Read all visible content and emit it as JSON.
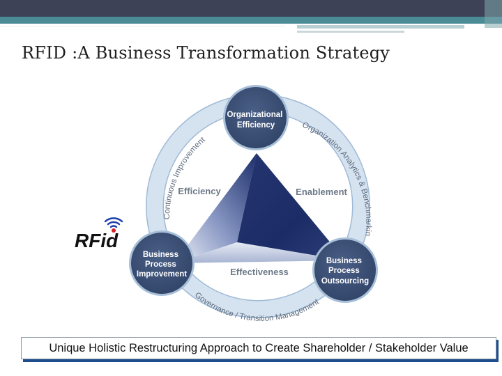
{
  "slide": {
    "title": "RFID :A Business Transformation Strategy"
  },
  "logo": {
    "text": "RFid"
  },
  "diagram": {
    "nodes": {
      "top": [
        "Organizational",
        "Efficiency"
      ],
      "left": [
        "Business",
        "Process",
        "Improvement"
      ],
      "right": [
        "Business",
        "Process",
        "Outsourcing"
      ]
    },
    "inner_labels": {
      "left": "Efficiency",
      "right": "Enablement",
      "bottom": "Effectiveness"
    },
    "ring_labels": {
      "left": "Continuous Improvement",
      "right": "Organization Analytics & Benchmarking",
      "bottom": "Governance / Transition Management"
    }
  },
  "banner": {
    "text": "Unique Holistic Restructuring Approach to Create Shareholder / Stakeholder Value"
  },
  "colors": {
    "ring": "#c5d7ea",
    "node": "#3b4f73",
    "triangle_dark": "#1e2f6b",
    "triangle_light": "#e9eef7",
    "label_gray": "#6d7a88"
  }
}
